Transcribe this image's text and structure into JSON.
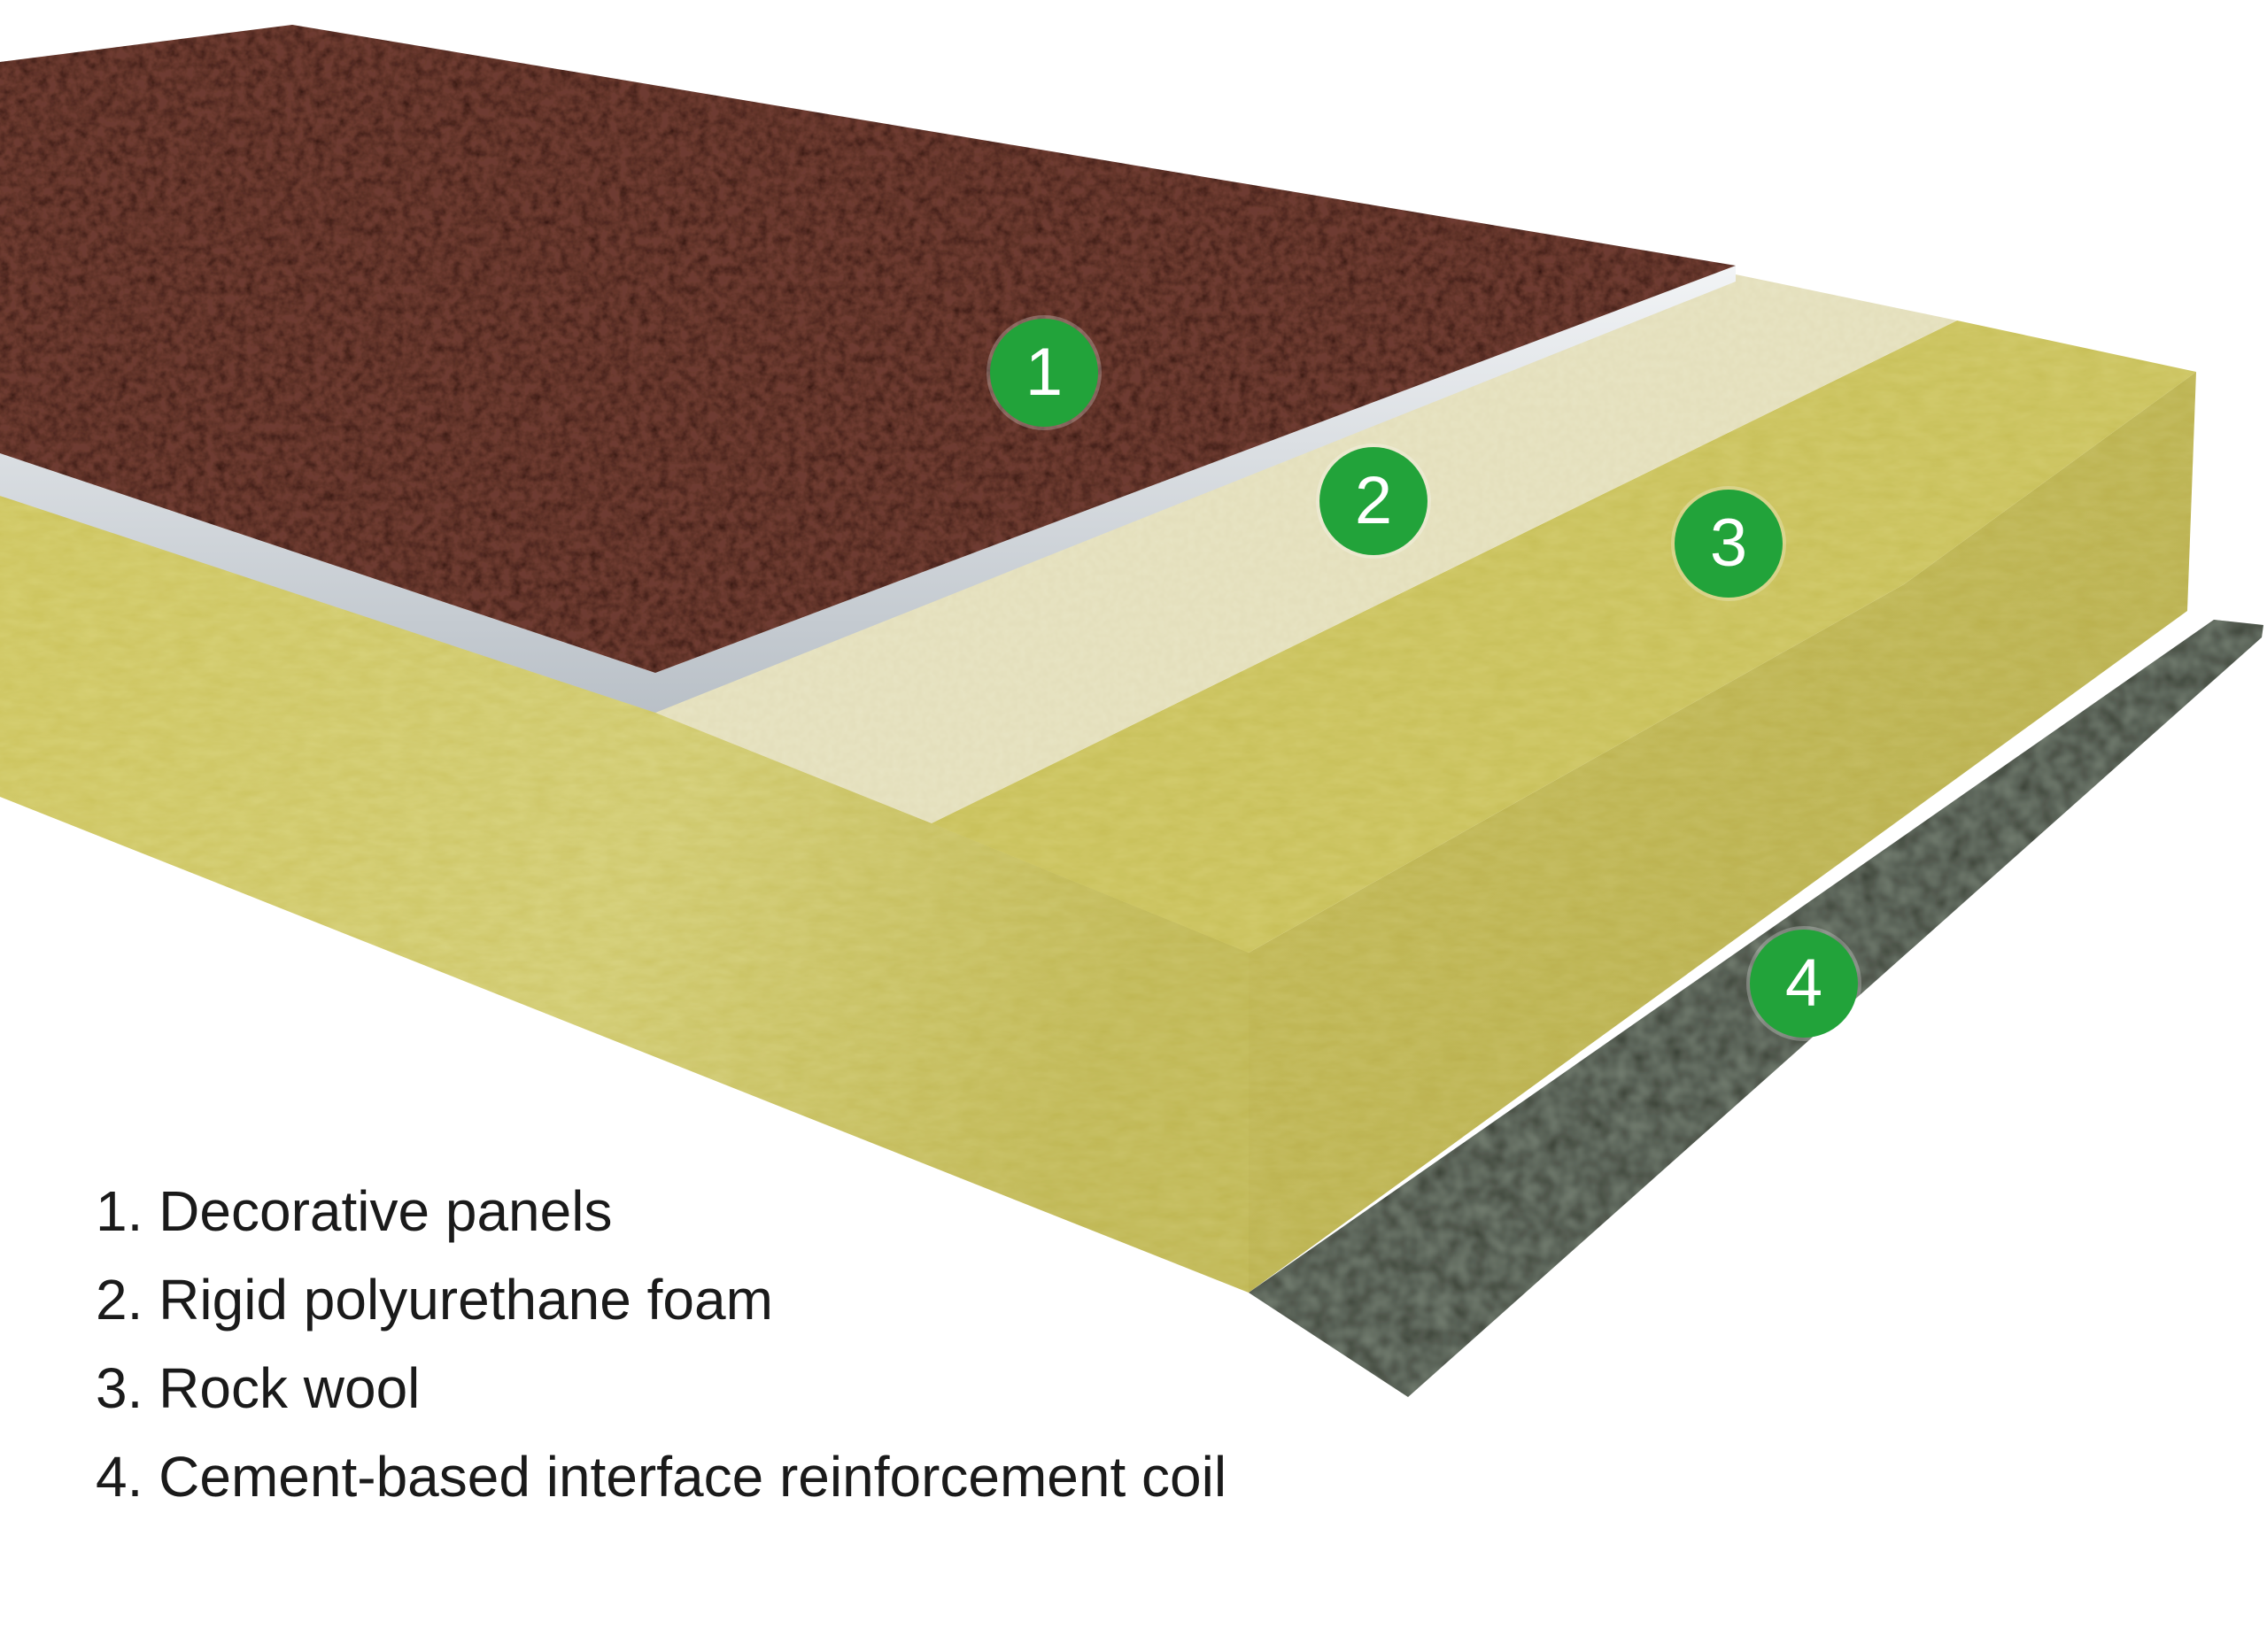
{
  "markers": [
    {
      "label": "1"
    },
    {
      "label": "2"
    },
    {
      "label": "3"
    },
    {
      "label": "4"
    }
  ],
  "legend": [
    "1. Decorative panels",
    "2. Rigid polyurethane foam",
    "3. Rock wool",
    "4. Cement-based interface reinforcement coil"
  ],
  "colors": {
    "decorative_panel": "#6e3b30",
    "panel_edge": "#d8dde2",
    "foam": "#e8e4c4",
    "rock_wool": "#cfc86a",
    "rock_wool_side": "#d7d27a",
    "coil": "#2e352c",
    "marker": "#22a33a"
  }
}
